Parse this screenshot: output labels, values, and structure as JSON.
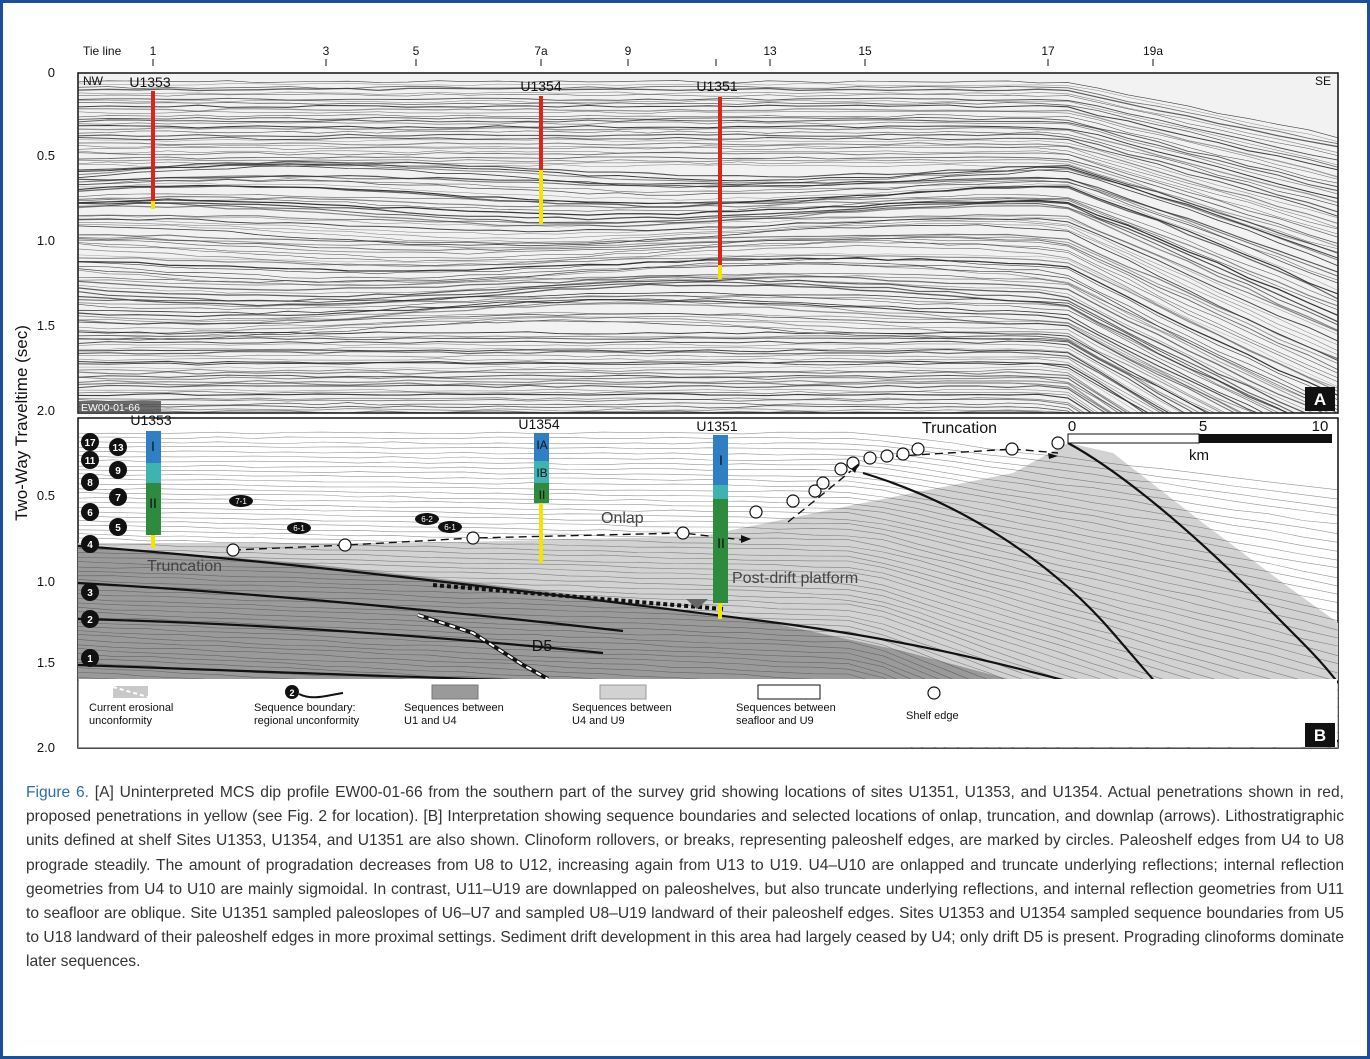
{
  "figure": {
    "tie_line_label": "Tie line",
    "tie_lines": [
      "1",
      "3",
      "5",
      "7a",
      "9",
      "13",
      "15",
      "17",
      "19a"
    ],
    "y_axis_label": "Two-Way Traveltime (sec)",
    "panel_a": {
      "ticks": [
        "0",
        "0.5",
        "1.0",
        "1.5",
        "2.0"
      ],
      "nw": "NW",
      "se": "SE",
      "sites": [
        "U1353",
        "U1354",
        "U1351"
      ],
      "line_id": "EW00-01-66",
      "panel_letter": "A"
    },
    "panel_b": {
      "ticks": [
        "0.5",
        "1.0",
        "1.5",
        "2.0"
      ],
      "sites": [
        "U1353",
        "U1354",
        "U1351"
      ],
      "sequence_numbers": [
        "17",
        "13",
        "11",
        "9",
        "8",
        "7",
        "6",
        "5",
        "4",
        "3",
        "2",
        "1"
      ],
      "lith_units_u1353": [
        "I",
        "II"
      ],
      "lith_units_u1354": [
        "IA",
        "IB",
        "II"
      ],
      "lith_units_u1351": [
        "I",
        "II"
      ],
      "inline_labels": [
        "7-1",
        "6-1",
        "6-2",
        "6-1"
      ],
      "annotations": {
        "truncation_top": "Truncation",
        "truncation_left": "Truncation",
        "onlap": "Onlap",
        "post_drift": "Post-drift platform",
        "drift": "D5"
      },
      "scale": {
        "ticks": [
          "0",
          "5",
          "10"
        ],
        "unit": "km"
      },
      "legend": [
        {
          "line1": "Current erosional",
          "line2": "unconformity"
        },
        {
          "line1": "Sequence boundary:",
          "line2": "regional unconformity"
        },
        {
          "line1": "Sequences between",
          "line2": "U1 and U4"
        },
        {
          "line1": "Sequences between",
          "line2": "U4 and U9"
        },
        {
          "line1": "Sequences between",
          "line2": "seafloor and U9"
        },
        {
          "line1": "Shelf edge",
          "line2": ""
        }
      ],
      "legend_marker_number": "2",
      "panel_letter": "B"
    },
    "colors": {
      "actual_penetration": "#d9261c",
      "proposed_penetration": "#f2e600",
      "unit_I": "#2f7fc4",
      "unit_IB": "#3fb3b0",
      "unit_II": "#2e8b3e",
      "dark_grey": "#9a9a9a",
      "mid_grey": "#c9c9c9",
      "accent_blue": "#1a4f9c"
    }
  },
  "caption": {
    "lead": "Figure 6.",
    "body": " [A] Uninterpreted MCS dip profile EW00-01-66 from the southern part of the survey grid showing locations of sites U1351, U1353, and U1354. Actual penetrations shown in red, proposed penetrations in yellow (see Fig. 2 for location). [B] Interpretation showing sequence boundaries and selected locations of onlap, truncation, and downlap (arrows). Lithostratigraphic units defined at shelf Sites U1353, U1354, and U1351 are also shown. Clinoform rollovers, or breaks, representing paleoshelf edges, are marked by circles. Paleoshelf edges from U4 to U8 prograde steadily. The amount of progradation decreases from U8 to U12, increasing again from U13 to U19. U4–U10 are onlapped and truncate underlying reflections; internal reflection geometries from U4 to U10 are mainly sigmoidal. In contrast, U11–U19 are downlapped on paleoshelves, but also truncate underlying reflections, and internal reflection geometries from U11 to seafloor are oblique. Site U1351 sampled paleoslopes of U6–U7 and sampled U8–U19 landward of their paleoshelf edges. Sites U1353 and U1354 sampled sequence boundaries from U5 to U18 landward of their paleoshelf edges in more proximal settings. Sediment drift development in this area had largely ceased by U4; only drift D5 is present. Prograding clinoforms dominate later sequences."
  }
}
